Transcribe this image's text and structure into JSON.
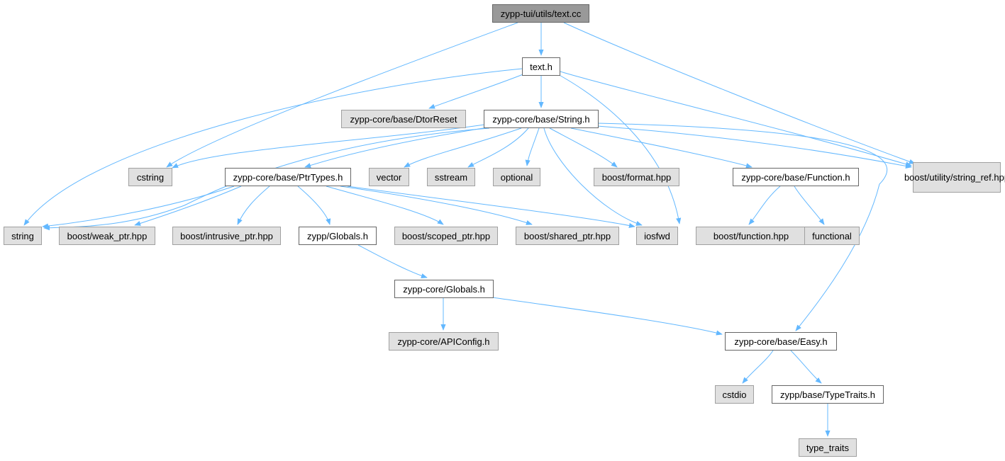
{
  "colors": {
    "edge": "#63b8ff",
    "root_fill": "#999999",
    "ext_fill": "#e0e0e0",
    "ext_border": "#a0a0a0",
    "node_border": "#666666"
  },
  "nodes": {
    "root": "zypp-tui/utils/text.cc",
    "text_h": "text.h",
    "string_ref": "boost/utility/string_ref.hpp",
    "dtorreset": "zypp-core/base/DtorReset",
    "string_h": "zypp-core/base/String.h",
    "cstring": "cstring",
    "ptrtypes": "zypp-core/base/PtrTypes.h",
    "vector": "vector",
    "sstream": "sstream",
    "optional": "optional",
    "boost_format": "boost/format.hpp",
    "function_h": "zypp-core/base/Function.h",
    "string": "string",
    "weak_ptr": "boost/weak_ptr.hpp",
    "intrusive_ptr": "boost/intrusive_ptr.hpp",
    "zypp_globals": "zypp/Globals.h",
    "scoped_ptr": "boost/scoped_ptr.hpp",
    "shared_ptr": "boost/shared_ptr.hpp",
    "iosfwd": "iosfwd",
    "boost_function": "boost/function.hpp",
    "functional": "functional",
    "core_globals": "zypp-core/Globals.h",
    "apiconfig": "zypp-core/APIConfig.h",
    "easy_h": "zypp-core/base/Easy.h",
    "cstdio": "cstdio",
    "typetraits": "zypp/base/TypeTraits.h",
    "type_traits": "type_traits"
  }
}
